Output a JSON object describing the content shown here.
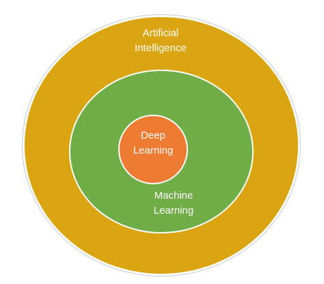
{
  "colors": {
    "artificial_intelligence": "#dba511",
    "machine_learning": "#71ad47",
    "deep_learning": "#ed7b31",
    "label_text": "#ffffff"
  },
  "labels": {
    "artificial_intelligence": {
      "line1": "Artificial",
      "line2": "Intelligence"
    },
    "deep_learning": {
      "line1": "Deep",
      "line2": "Learning"
    },
    "machine_learning": {
      "line1": "Machine",
      "line2": "Learning"
    }
  }
}
